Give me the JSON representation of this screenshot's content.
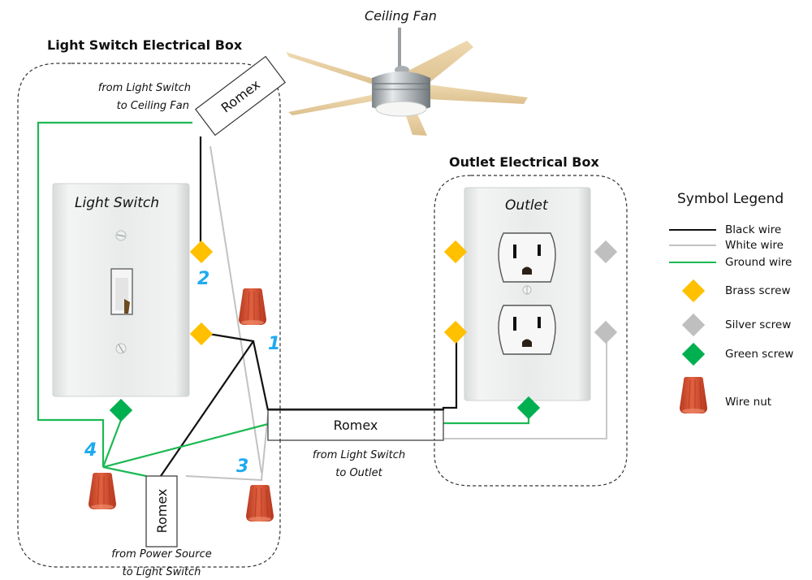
{
  "labels": {
    "ceiling_fan": "Ceiling Fan",
    "light_switch_box": "Light Switch Electrical Box",
    "outlet_box": "Outlet Electrical Box",
    "light_switch": "Light Switch",
    "outlet": "Outlet"
  },
  "romex": [
    {
      "id": "to-fan",
      "label": "Romex",
      "caption_line1": "from Light Switch",
      "caption_line2": "to Ceiling Fan"
    },
    {
      "id": "to-outlet",
      "label": "Romex",
      "caption_line1": "from Light Switch",
      "caption_line2": "to Outlet"
    },
    {
      "id": "from-power",
      "label": "Romex",
      "caption_line1": "from Power Source",
      "caption_line2": "to Light Switch"
    }
  ],
  "step_numbers": [
    "1",
    "2",
    "3",
    "4"
  ],
  "legend": {
    "title": "Symbol Legend",
    "items": [
      {
        "label": "Black wire",
        "symbol": "line",
        "color": "#111111"
      },
      {
        "label": "White wire",
        "symbol": "line",
        "color": "#c2c2c2"
      },
      {
        "label": "Ground wire",
        "symbol": "line",
        "color": "#1db954"
      },
      {
        "label": "Brass screw",
        "symbol": "diamond",
        "color": "#ffc000"
      },
      {
        "label": "Silver screw",
        "symbol": "diamond",
        "color": "#bfbfbf"
      },
      {
        "label": "Green screw",
        "symbol": "diamond",
        "color": "#00b050"
      },
      {
        "label": "Wire nut",
        "symbol": "wire-nut",
        "color": "#d9553a"
      }
    ]
  },
  "colors": {
    "brass": "#ffc000",
    "silver": "#bfbfbf",
    "green_screw": "#00b050",
    "black_wire": "#111111",
    "white_wire": "#c2c2c2",
    "ground_wire": "#1db954",
    "step_number": "#1eaaf1",
    "wire_nut": "#d9553a"
  }
}
